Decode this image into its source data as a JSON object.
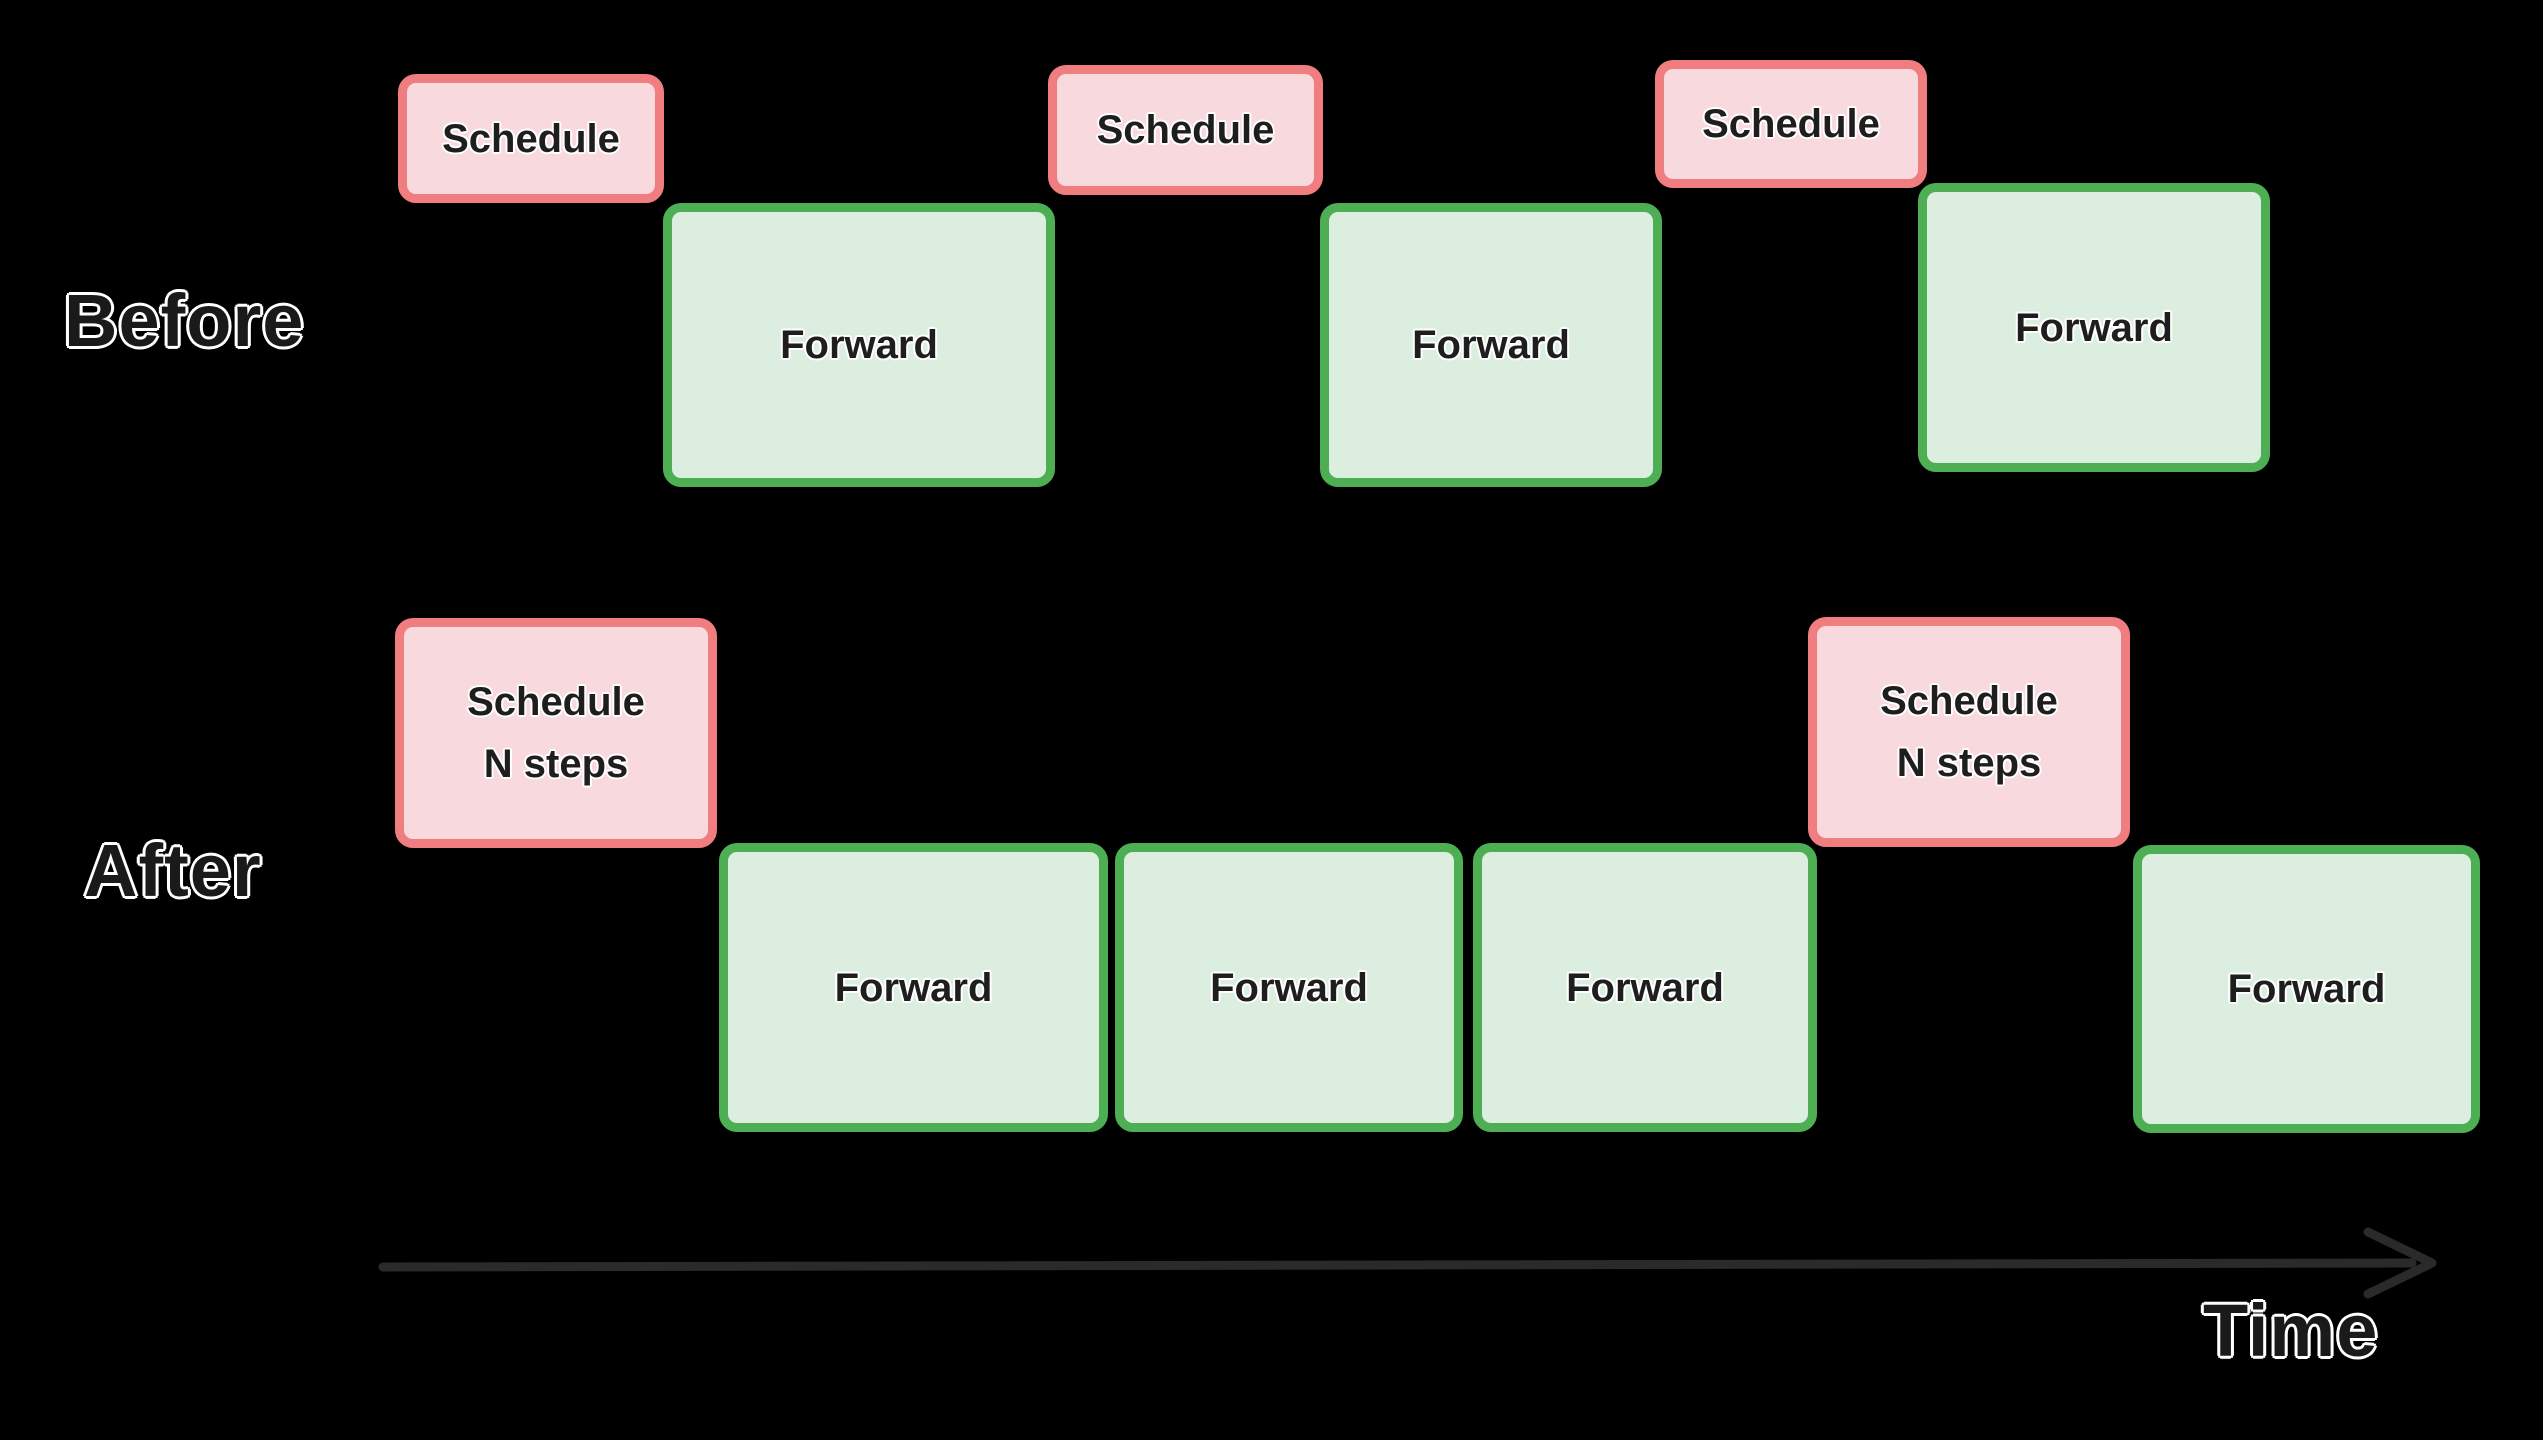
{
  "colors": {
    "background": "#000000",
    "schedule_fill": "#F8D9DD",
    "schedule_border": "#F07D7F",
    "forward_fill": "#DCEEDF",
    "forward_border": "#4DAE54",
    "box_text": "#1E1E1E",
    "label_text": "#1A1A1A",
    "label_outline": "#FFFFFF",
    "arrow": "#2A2A2A"
  },
  "before": {
    "row_label": "Before",
    "items": [
      {
        "type": "schedule",
        "label": "Schedule"
      },
      {
        "type": "forward",
        "label": "Forward"
      },
      {
        "type": "schedule",
        "label": "Schedule"
      },
      {
        "type": "forward",
        "label": "Forward"
      },
      {
        "type": "schedule",
        "label": "Schedule"
      },
      {
        "type": "forward",
        "label": "Forward"
      }
    ]
  },
  "after": {
    "row_label": "After",
    "items": [
      {
        "type": "schedule",
        "label": "Schedule",
        "label_line2": "N steps"
      },
      {
        "type": "forward",
        "label": "Forward"
      },
      {
        "type": "forward",
        "label": "Forward"
      },
      {
        "type": "forward",
        "label": "Forward"
      },
      {
        "type": "schedule",
        "label": "Schedule",
        "label_line2": "N steps"
      },
      {
        "type": "forward",
        "label": "Forward"
      }
    ]
  },
  "axis": {
    "time_label": "Time"
  }
}
